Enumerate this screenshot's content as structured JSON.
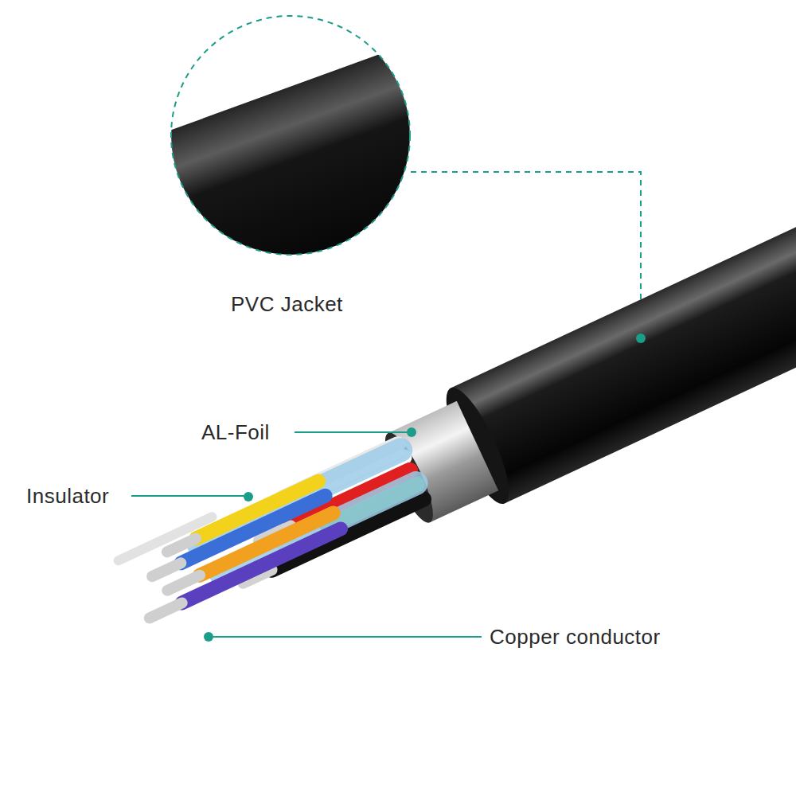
{
  "diagram": {
    "labels": [
      "PVC Jacket",
      "AL-Foil",
      "Insulator",
      "Copper conductor"
    ]
  }
}
